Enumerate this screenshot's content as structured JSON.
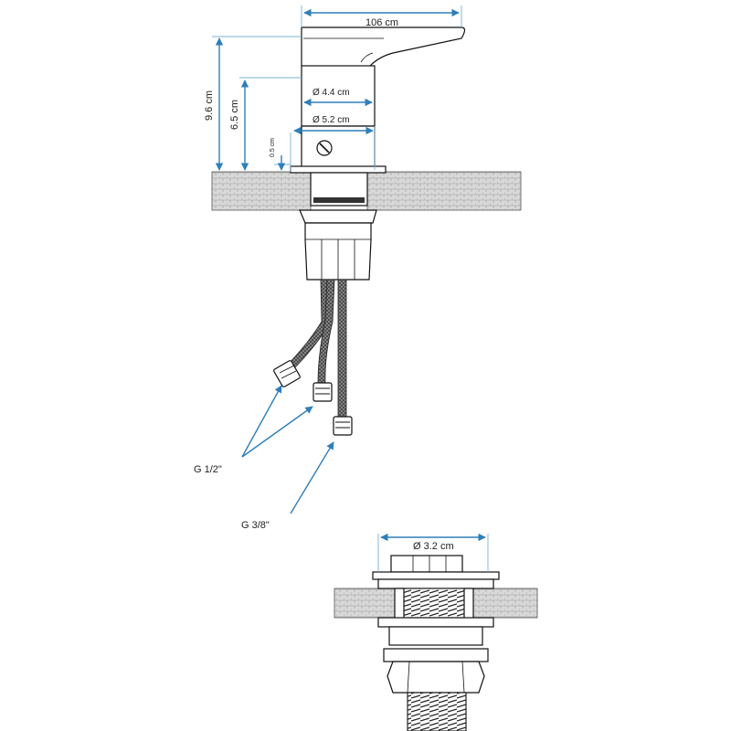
{
  "colors": {
    "dimension": "#2f7fb8",
    "outline": "#111111",
    "countertop_fill": "#d7d7d7",
    "hose_dark": "#3a3a3a"
  },
  "labels": {
    "top_width": "106 cm",
    "total_height": "9.6 cm",
    "body_height": "6.5 cm",
    "base_thickness": "0.5 cm",
    "upper_diameter": "Ø 4.4 cm",
    "lower_diameter": "Ø 5.2 cm",
    "hot_cold_thread": "G 1/2\"",
    "mixer_thread": "G 3/8\"",
    "mount_diameter": "Ø 3.2 cm"
  }
}
